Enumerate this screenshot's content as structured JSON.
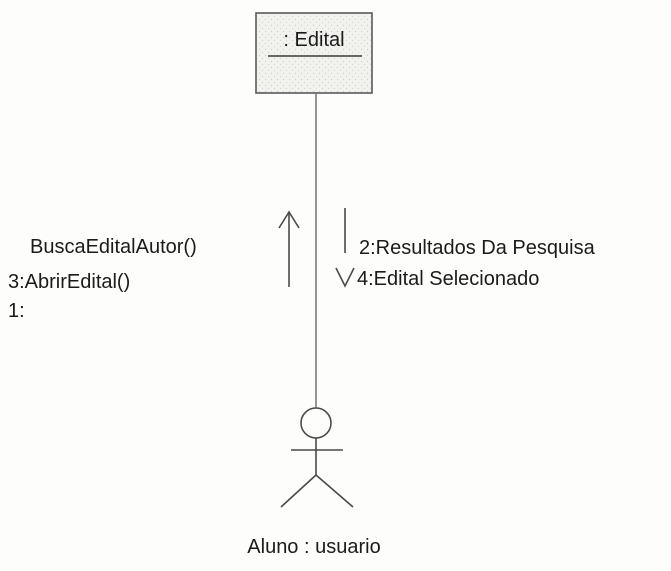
{
  "object": {
    "label": ": Edital"
  },
  "actor": {
    "label": "Aluno : usuario"
  },
  "messages_up": {
    "line1": "BuscaEditalAutor()",
    "line2": "3:AbrirEdital()",
    "line3": "1:"
  },
  "messages_down": {
    "line1": "2:Resultados Da Pesquisa",
    "line2": "4:Edital Selecionado"
  },
  "colors": {
    "box_fill": "#eeeeec",
    "stroke": "#5a5a5a",
    "text": "#1b1b1b"
  },
  "icons": {
    "up_arrow": "arrow-up-icon",
    "down_arrow": "arrow-down-icon",
    "actor": "stick-figure-icon"
  }
}
